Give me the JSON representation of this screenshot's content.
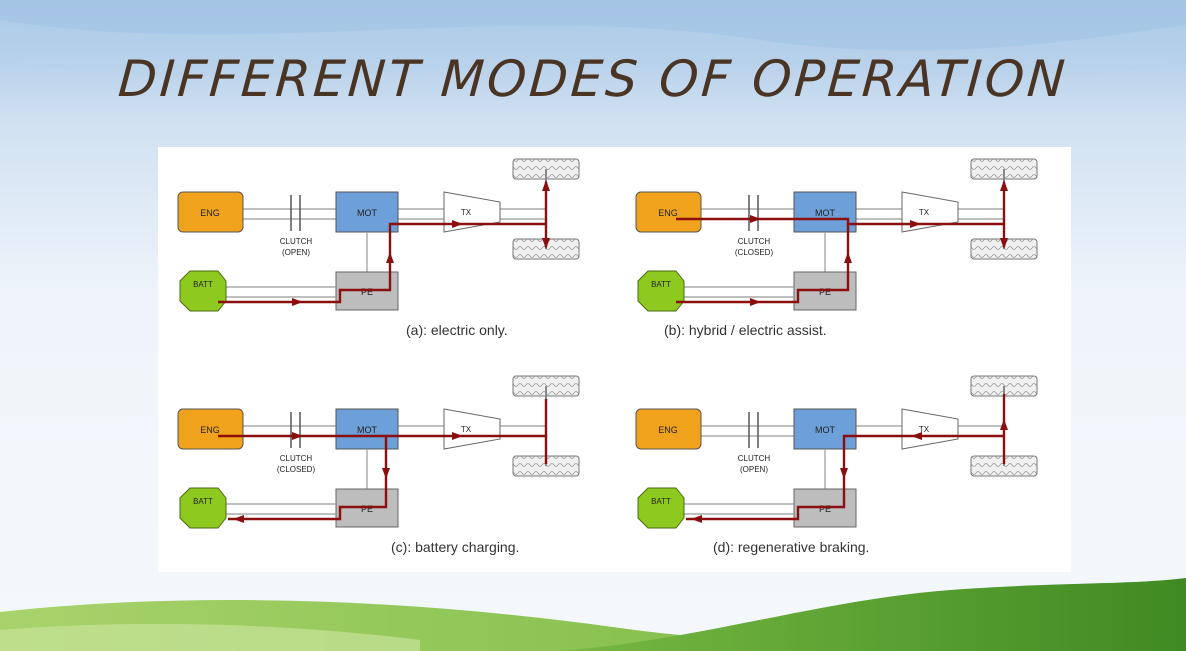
{
  "slide": {
    "title": "DIFFERENT MODES OF OPERATION",
    "colors": {
      "engine": "#f0a21d",
      "motor": "#6d9fd8",
      "battery": "#8ec91f",
      "power_electronics": "#bdbdbd",
      "power_flow": "#8b0f0f",
      "background_top": "#a9c8e7",
      "hill_green": "#5aa02c"
    }
  },
  "labels": {
    "engine": "ENG",
    "motor": "MOT",
    "battery": "BATT",
    "power_electronics": "PE",
    "transmission": "TX",
    "clutch": "CLUTCH"
  },
  "diagrams": [
    {
      "id": "a",
      "caption": "(a): electric only.",
      "clutch_state": "(OPEN)"
    },
    {
      "id": "b",
      "caption": "(b): hybrid / electric assist.",
      "clutch_state": "(CLOSED)"
    },
    {
      "id": "c",
      "caption": "(c): battery charging.",
      "clutch_state": "(CLOSED)"
    },
    {
      "id": "d",
      "caption": "(d): regenerative braking.",
      "clutch_state": "(OPEN)"
    }
  ]
}
